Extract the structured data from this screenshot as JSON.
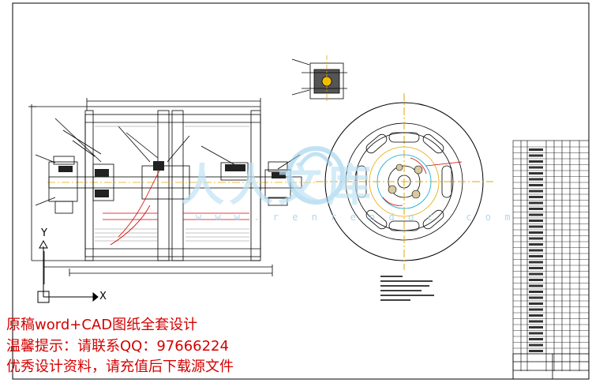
{
  "drawing": {
    "colors": {
      "outline": "#000000",
      "centerline": "#e6a800",
      "dimension": "#000000",
      "hatch": "#8a8a8a",
      "accent_red": "#d40000",
      "accent_cyan": "#00a8d0",
      "watermark": "#8fcbe8",
      "promo_text": "#d40000"
    },
    "watermark_url": "w w w . r e n r e n d o c . c o m",
    "watermark_icon": "renrendoc-watermark-logo",
    "watermark_text": "人人文库",
    "axis_x_label": "X",
    "axis_y_label": "Y"
  },
  "promo": {
    "line1": "原稿word+CAD图纸全套设计",
    "line2": "温馨提示：请联系QQ：97666224",
    "line3": "优秀设计资料，请充值后下载源文件"
  }
}
